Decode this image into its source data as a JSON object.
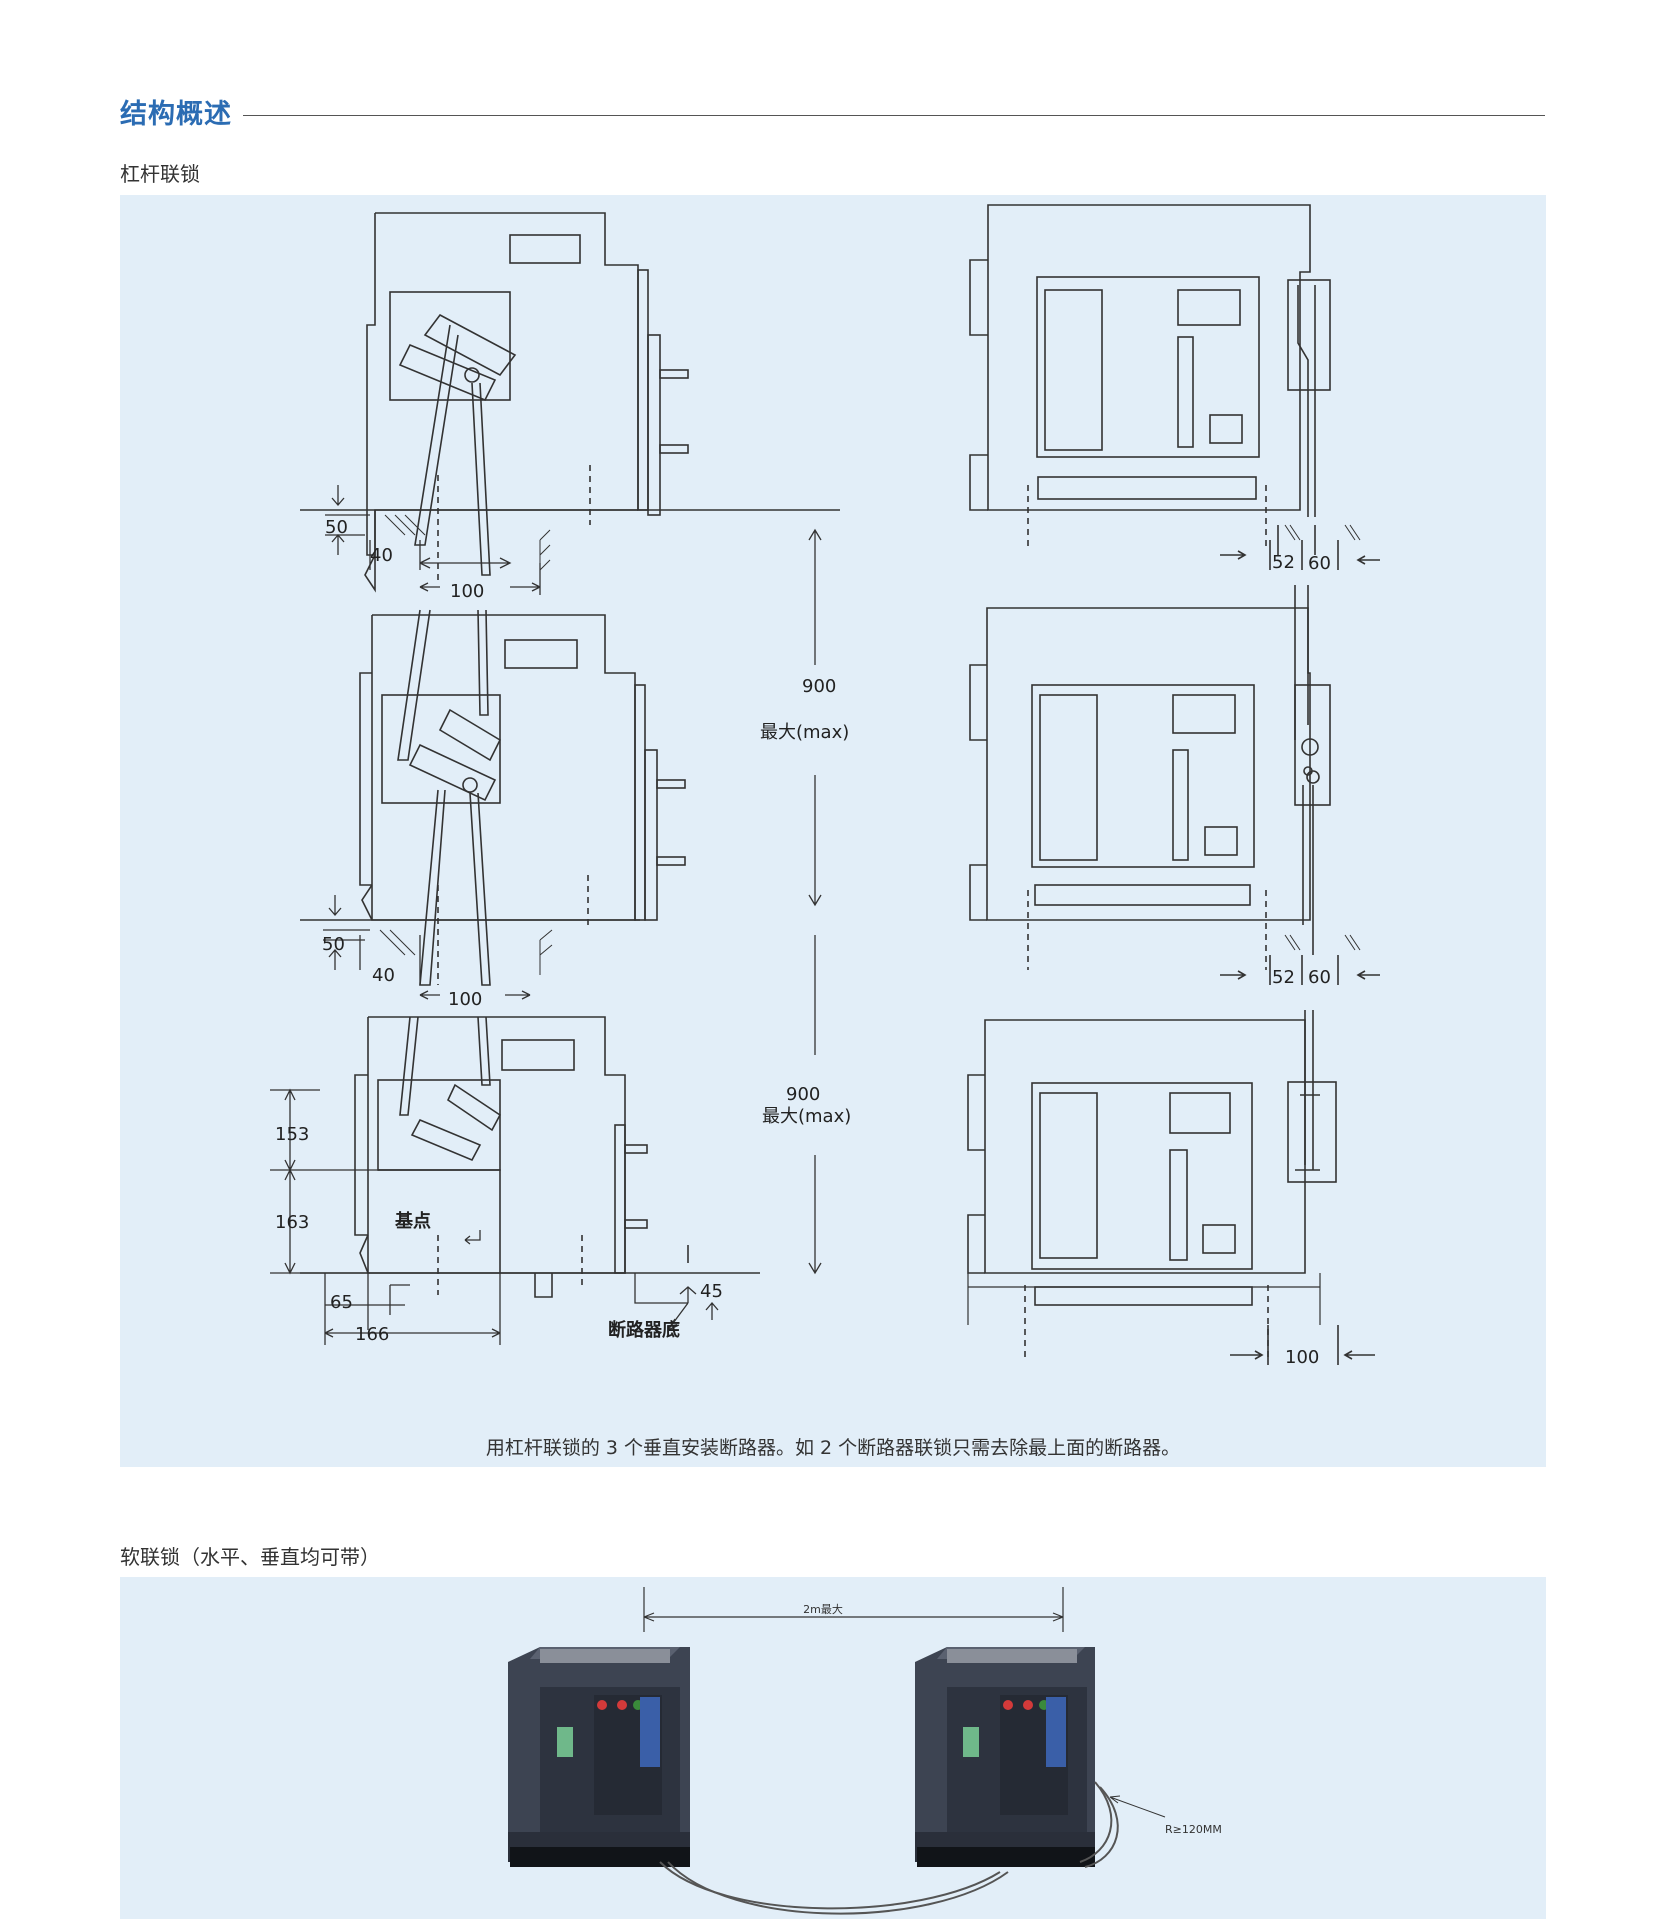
{
  "header": {
    "title": "结构概述"
  },
  "lever_section": {
    "subtitle": "杠杆联锁",
    "caption": "用杠杆联锁的 3 个垂直安装断路器。如 2 个断路器联锁只需去除最上面的断路器。",
    "dims": {
      "d50": "50",
      "d40": "40",
      "d100": "100",
      "d52": "52",
      "d60": "60",
      "d900": "900",
      "max": "最大(max)",
      "d153": "153",
      "d163": "163",
      "base_point": "基点",
      "d65": "65",
      "d166": "166",
      "d45": "45",
      "breaker_bottom": "断路器底"
    }
  },
  "soft_section": {
    "subtitle": "软联锁（水平、垂直均可带）",
    "distance_label": "2m最大",
    "radius_label": "R≥120MM"
  },
  "colors": {
    "title": "#2b6cb3",
    "panel_bg": "#e2eef8",
    "line": "#333333"
  }
}
